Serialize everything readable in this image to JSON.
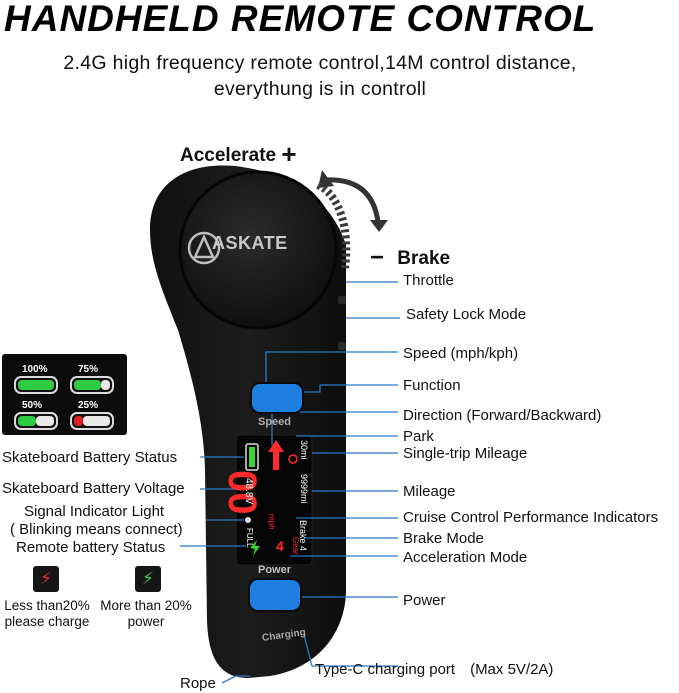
{
  "title": "HANDHELD REMOTE CONTROL",
  "subtitle_line1": "2.4G high frequency remote control,14M control distance,",
  "subtitle_line2": "everythung is in controll",
  "top_labels": {
    "accelerate": "Accelerate",
    "plus": "+",
    "brake": "Brake",
    "minus": "−"
  },
  "remote": {
    "brand": "ASKATE",
    "speed_button": "Speed",
    "power_button": "Power",
    "charging": "Charging",
    "screen": {
      "voltage": "48.8V",
      "speed_value": "00",
      "speed_unit": "mph",
      "trip": "30mi",
      "mileage": "9999mi",
      "brake": "Brake 4",
      "gear": "4",
      "gear_label": "Gear",
      "full": "FULL"
    }
  },
  "right_labels": {
    "throttle": "Throttle",
    "safety_lock": "Safety Lock Mode",
    "speed": "Speed  (mph/kph)",
    "function": "Function",
    "direction": "Direction (Forward/Backward)",
    "park": "Park",
    "single_trip": "Single-trip Mileage",
    "mileage": "Mileage",
    "cruise": "Cruise Control Performance Indicators",
    "brake_mode": "Brake Mode",
    "acceleration": "Acceleration Mode",
    "power": "Power",
    "type_c": "Type-C charging port　(Max 5V/2A)"
  },
  "left_labels": {
    "battery_status": "Skateboard Battery Status",
    "battery_voltage": "Skateboard Battery Voltage",
    "signal_line1": "Signal Indicator Light",
    "signal_line2": "( Blinking means connect)",
    "remote_battery": "Remote battery Status",
    "rope": "Rope"
  },
  "battery_legend": [
    {
      "pct": "100%",
      "level": 1.0,
      "color": "#2ecc40"
    },
    {
      "pct": "75%",
      "level": 0.75,
      "color": "#2ecc40"
    },
    {
      "pct": "50%",
      "level": 0.5,
      "color": "#2ecc40"
    },
    {
      "pct": "25%",
      "level": 0.25,
      "color": "#e02020"
    }
  ],
  "remote_status": {
    "low_text_line1": "Less than20%",
    "low_text_line2": "please charge",
    "low_color": "#e03030",
    "high_text_line1": "More than 20%",
    "high_text_line2": "power",
    "high_color": "#3cd040"
  },
  "colors": {
    "button_blue": "#1f7fe0",
    "line_blue": "#2b78c8",
    "screen_red": "#ff2a2a",
    "screen_green": "#38d43a"
  }
}
